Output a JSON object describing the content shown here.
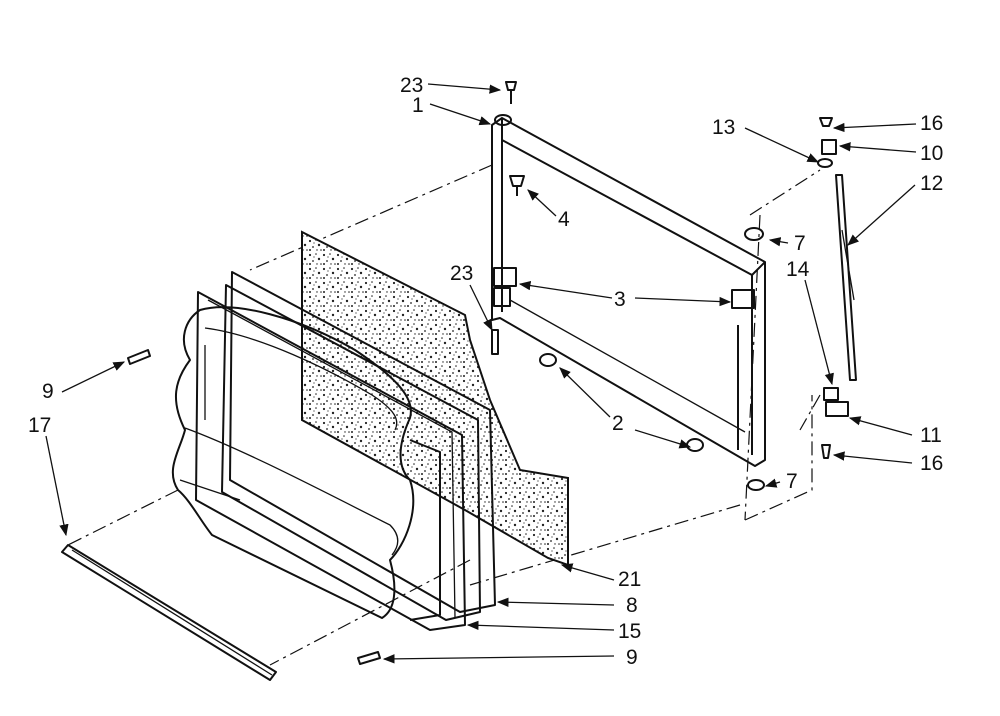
{
  "callouts": {
    "c23_top": "23",
    "c1": "1",
    "c13": "13",
    "c16_top": "16",
    "c10": "10",
    "c12": "12",
    "c4": "4",
    "c7_top": "7",
    "c14": "14",
    "c23_mid": "23",
    "c3": "3",
    "c9_left": "9",
    "c17": "17",
    "c2": "2",
    "c11": "11",
    "c16_bottom": "16",
    "c7_bottom": "7",
    "c21": "21",
    "c8": "8",
    "c15": "15",
    "c9_bottom": "9"
  }
}
